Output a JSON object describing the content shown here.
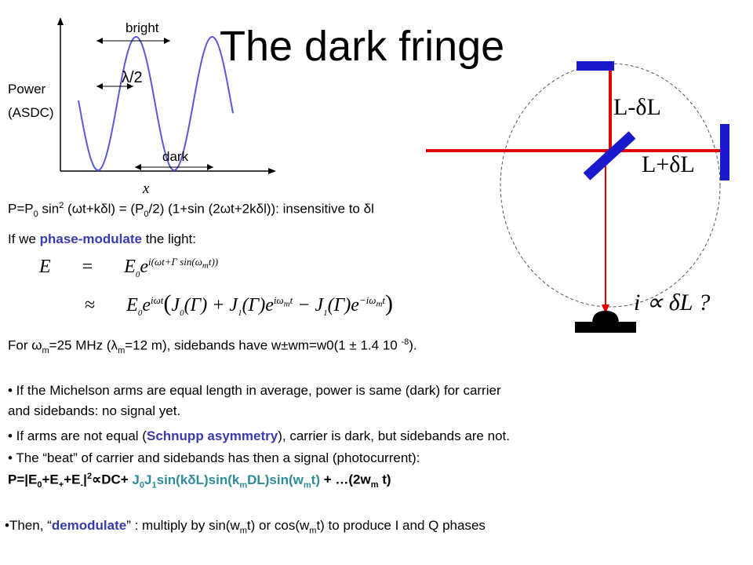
{
  "title": "The dark fringe",
  "plot": {
    "bright_label": "bright",
    "lambda_half_label": "λ/2",
    "power_label_1": "Power",
    "power_label_2": "(ASDC)",
    "dark_label": "dark",
    "x_label": "x"
  },
  "interferometer": {
    "arm1_label": "L-δL",
    "arm2_label": "L+δL",
    "current_label": "i ∝ δL ?",
    "mirror_color": "#1a1acc",
    "beam_color": "#e00000"
  },
  "text": {
    "p_equation_a": "P=P",
    "p_equation_b": " sin",
    "p_equation_c": " (ωt+kδl) = (P",
    "p_equation_d": "/2) (1+sin (2ωt+2kδl)): insensitive to δl",
    "phase_mod_a": "If we ",
    "phase_mod_b": "phase-modulate",
    "phase_mod_c": " the light:",
    "for_line_a": "For ω",
    "for_line_b": "=25 MHz (λ",
    "for_line_c": "=12 m), sidebands have w±wm=w0(1 ± 1.4 10 ",
    "for_line_d": "-8",
    "for_line_e": ").",
    "bullet1_a": "• If the Michelson arms are equal length in average, power is same (dark) for carrier",
    "bullet1_b": "and sidebands: no signal yet.",
    "bullet2_a": "• If arms are not equal (",
    "bullet2_b": "Schnupp asymmetry",
    "bullet2_c": "), carrier is dark, but sidebands are not.",
    "bullet3": "• The “beat” of carrier and sidebands has then a signal (photocurrent):",
    "beat_eq_a": "P=|E",
    "beat_eq_b": "+E",
    "beat_eq_c": "+E",
    "beat_eq_d": "|",
    "beat_eq_e": "∝DC+ ",
    "beat_eq_f": "J",
    "beat_eq_g": "J",
    "beat_eq_h": "sin(kδL)sin(k",
    "beat_eq_i": "DL)sin(w",
    "beat_eq_j": "t)",
    "beat_eq_k": " + …(2w",
    "beat_eq_l": " t)",
    "demod_a": "•Then, “",
    "demod_b": "demodulate",
    "demod_c": "” : multiply by sin(w",
    "demod_d": "t) or cos(w",
    "demod_e": "t) to produce I and Q phases",
    "sub_0": "0",
    "sub_plus": "+",
    "sub_minus": "-",
    "sub_1": "1",
    "sub_m": "m",
    "sup_2": "2"
  },
  "equation": {
    "E": "E",
    "eq": "=",
    "approx": "≈",
    "E0": "E",
    "sub0": "0",
    "exp1": "i(ωt+Γ sin(ω",
    "exp1m": "m",
    "exp1end": "t))",
    "exp2": "iωt",
    "paren_open": "(",
    "J0": "J",
    "J0sub": "0",
    "J0arg": "(Γ) + ",
    "J1": "J",
    "J1sub": "1",
    "J1arg": "(Γ)e",
    "exp3": "iω",
    "exp3m": "m",
    "exp3t": "t",
    "minus": " − ",
    "J1b": "J",
    "J1bsub": "1",
    "J1barg": "(Γ)e",
    "exp4": "−iω",
    "exp4m": "m",
    "exp4t": "t",
    "paren_close": ")"
  }
}
